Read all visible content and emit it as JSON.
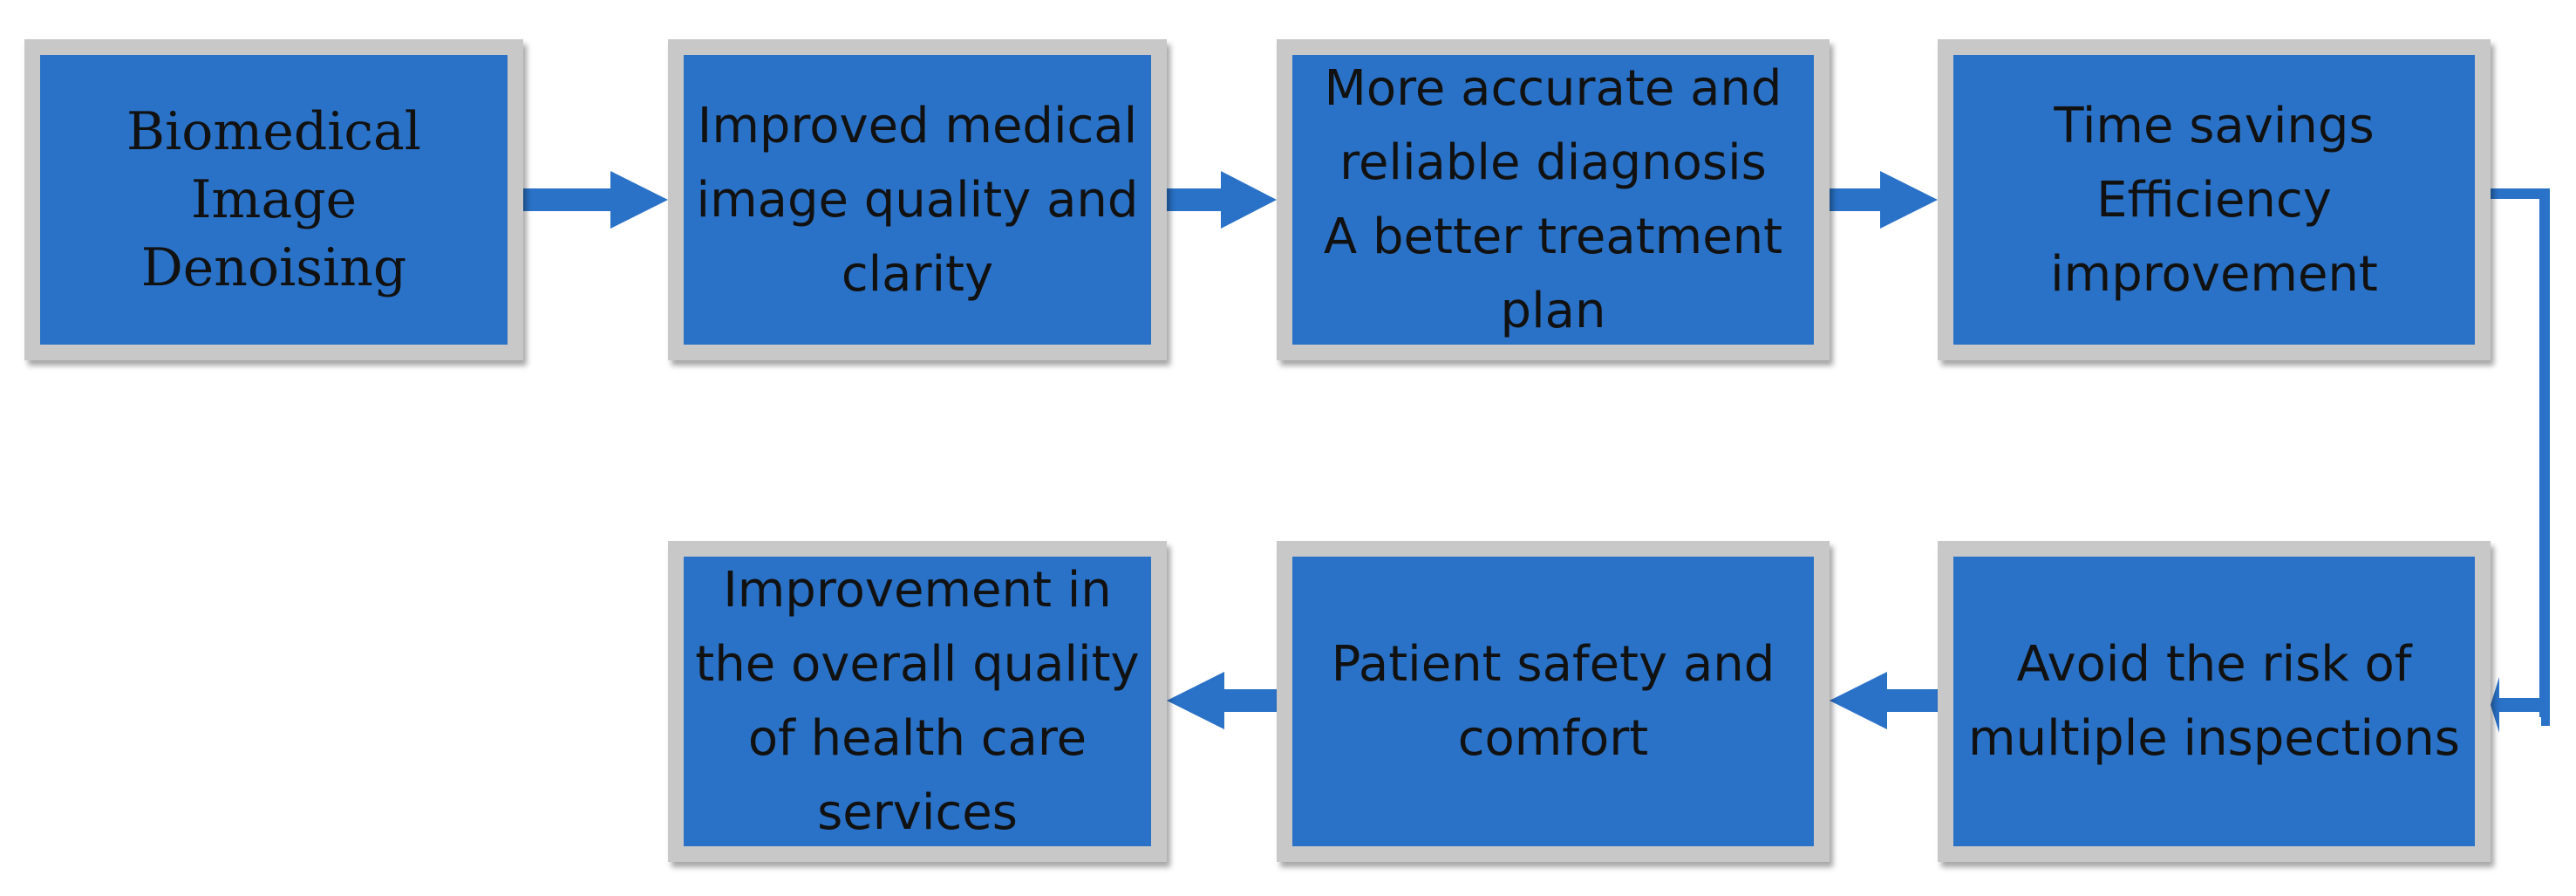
{
  "colors": {
    "box_fill": "#2a72c7",
    "box_frame": "#c8c8c8",
    "arrow": "#2a72c7",
    "text": "#111111"
  },
  "boxes": [
    {
      "text": "Biomedical Image\nDenoising"
    },
    {
      "text": "Improved medical\nimage quality and\nclarity"
    },
    {
      "text": "More accurate and\nreliable diagnosis\nA better treatment\nplan"
    },
    {
      "text": "Time savings\nEfficiency\nimprovement"
    },
    {
      "text": "Avoid the risk of\nmultiple inspections"
    },
    {
      "text": "Patient safety and\ncomfort"
    },
    {
      "text": "Improvement in\nthe overall quality\nof health care\nservices"
    }
  ]
}
